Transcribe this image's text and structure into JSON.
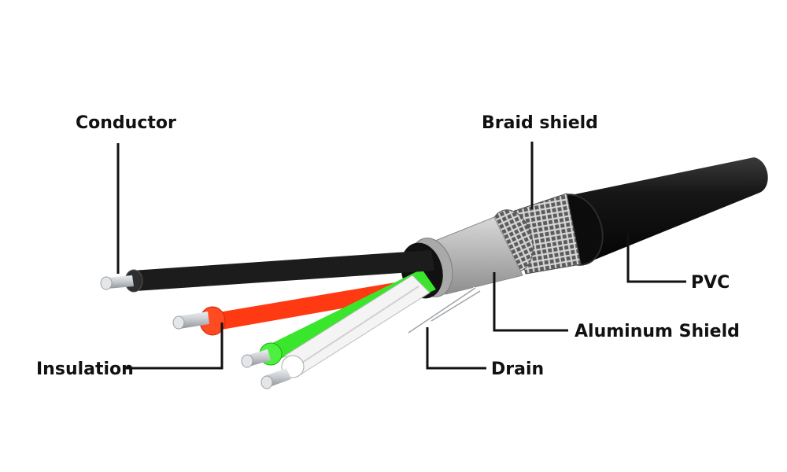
{
  "labels": {
    "conductor": "Conductor",
    "braid_shield": "Braid shield",
    "pvc": "PVC",
    "aluminum_shield": "Aluminum Shield",
    "drain": "Drain",
    "insulation": "Insulation"
  },
  "colors": {
    "jacket": "#141414",
    "braid": "#7a7a7a",
    "foil": "#b8b8b8",
    "wire_black": "#1c1c1c",
    "wire_red": "#ff3a12",
    "wire_green": "#39e62c",
    "wire_white": "#f2f2f2",
    "conductor_metal": "#cfd2d6",
    "leader_line": "#111111"
  }
}
